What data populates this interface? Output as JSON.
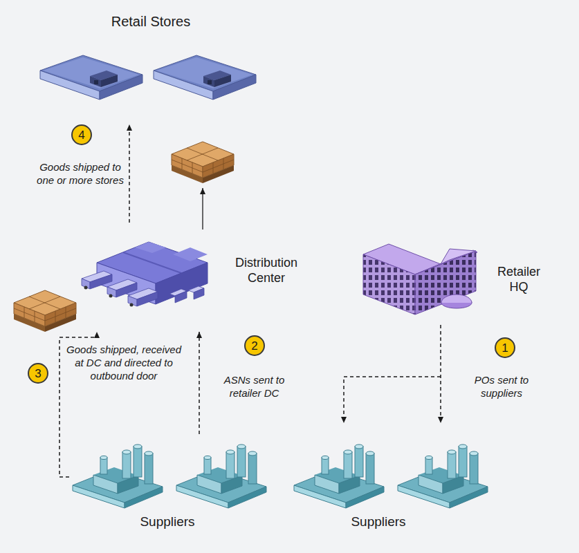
{
  "diagram": {
    "nodes": [
      {
        "text": [
          "Retail Stores"
        ]
      },
      {
        "text": [
          "Distribution Center"
        ]
      },
      {
        "text": [
          "Retailer HQ"
        ]
      },
      {
        "text": [
          "Suppliers"
        ]
      },
      {
        "text": [
          "Suppliers"
        ]
      }
    ],
    "edges": [
      {
        "from": 2,
        "to": 4,
        "arrow": "to",
        "label": "POs sent to suppliers"
      },
      {
        "from": 3,
        "to": 1,
        "arrow": "to",
        "label": "ASNs sent to retailer DC"
      },
      {
        "from": 3,
        "to": 1,
        "arrow": "to",
        "label": "Goods shipped, received at DC and directed to outbound door"
      },
      {
        "from": 1,
        "to": 0,
        "arrow": "to",
        "label": "Goods shipped to one or more stores"
      }
    ],
    "labels": [
      "1",
      "2",
      "3",
      "4"
    ]
  }
}
